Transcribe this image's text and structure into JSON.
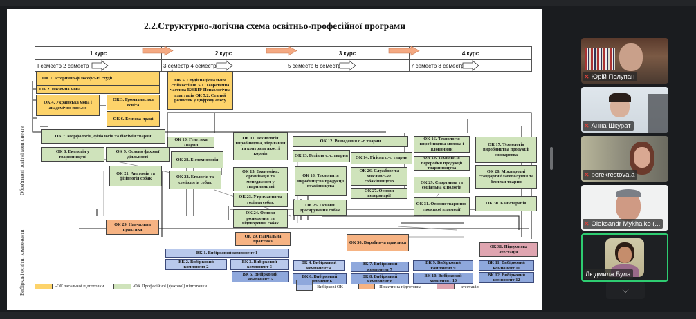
{
  "slide": {
    "title": "2.2.Структурно-логічна схема освітньо-професійної програми",
    "courses": [
      "1 курс",
      "2 курс",
      "3 курс",
      "4 курс"
    ],
    "semesters": [
      "І семестр 2 семестр",
      "3 семестр 4 семестр",
      "5 семестр 6 семестр",
      "7 семестр 8 семестр"
    ],
    "side_labels": {
      "mandatory": "Обов'язкові освітні компоненти",
      "elective": "Вибіркові освітні компоненти"
    },
    "general_ok": {
      "ok1": "ОК 1. Історично-філософські студії",
      "ok2": "ОК 2. Іноземна мова",
      "ok4": "ОК 4. Українська мова і академічне письмо",
      "ok3": "ОК 3. Громадянська освіта",
      "ok6": "ОК 6. Безпека праці",
      "ok5": "ОК 5. Студії національної стійкості ОК 5.1. Теоретична частина БЖВП/ Психологічна адаптація ОК 5.2. Сталий розвиток у цифрову епоху"
    },
    "professional_ok": {
      "ok7": "ОК 7. Морфологія, фізіологія та біохімія тварин",
      "ok8": "ОК 8. Екологія у тваринництві",
      "ok9": "ОК 9. Основи фахової діяльності",
      "ok21": "ОК 21. Анатомія та фізіологія собак",
      "ok10": "ОК 10. Генетика тварин",
      "ok28": "ОК 28. Біотехнологія",
      "ok22": "ОК 22. Етологія та семіологія собак",
      "ok11": "ОК 11. Технологія виробництва, зберігання та контроль якості кормів",
      "ok15": "ОК 15. Економіка, організація та менеджмент у тваринництві",
      "ok23": "ОК 23. Утримання та годівля собак",
      "ok24": "ОК 24. Основи розведення та відтворення собак",
      "ok12": "ОК 12. Розведення с.-г. тварин",
      "ok13": "ОК 13. Годівля с.-г. тварин",
      "ok14": "ОК 14. Гігієна с.-г. тварин",
      "ok18": "ОК 18. Технологія виробництва продукції птахівництва",
      "ok26": "ОК 26. Службове та мисливське собаківництво",
      "ok27": "ОК 27. Основи ветеринарії",
      "ok25": "ОК 25. Основи дресирування собак",
      "ok16": "ОК 16. Технологія виробництва молока і яловичини",
      "ok19": "ОК 19. Технологія переробки продукції тваринництва",
      "ok29s": "ОК 29. Спортивна та соціальна кінологія",
      "ok31b": "ОК 31. Основи тваринно-людської взаємодії",
      "ok17": "ОК 17. Технологія виробництва продукції свинарства",
      "ok20": "ОК 20. Міжнародні стандарти благополуччя та безпеки тварин",
      "ok30k": "ОК 30. Каністерапія"
    },
    "practice": {
      "ok29a": "ОК 29. Навчальна практика",
      "ok29b": "ОК 29. Навчальна практика",
      "ok30": "ОК 30. Виробнича практика"
    },
    "attestation": {
      "ok31": "ОК 31. Підсумкова атестація"
    },
    "elective": {
      "vk1": "ВК 1. Вибірковий компонент 1",
      "vk2": "ВК 2. Вибірковий компонент 2",
      "vk3": "ВК 3. Вибірковий компонент 3",
      "vk5": "ВК 5. Вибірковий компонент 5",
      "vk4": "ВК 4. Вибірковий компонент 4",
      "vk6": "ВК 6. Вибірковий компонент 6",
      "vk7": "ВК 7. Вибірковий компонент 7",
      "vk8": "ВК 8. Вибірковий компонент 8",
      "vk9": "ВК 9. Вибірковий компонент 9",
      "vk10": "ВК 10. Вибірковий компонент 10",
      "vk11": "ВК 11. Вибірковий компонент 11",
      "vk12": "ВК 12. Вибірковий компонент 12"
    },
    "legend": [
      {
        "label": "-ОК загальної підготовки",
        "color": "#fdd36a"
      },
      {
        "label": "-ОК Професійної (фахової) підготовки",
        "color": "#cfe3bb"
      },
      {
        "label": "-Вибіркові ОК",
        "color": "#8fa8dc"
      },
      {
        "label": "-Практична підготовка",
        "color": "#f6b383"
      },
      {
        "label": "-атестація",
        "color": "#dfa5b0"
      }
    ]
  },
  "participants": [
    {
      "name": "Юрій Полупан",
      "muted": true,
      "icon": "mic-muted-icon"
    },
    {
      "name": "Анна Шкурат",
      "muted": true,
      "icon": "mic-muted-icon"
    },
    {
      "name": "perekrestova.a",
      "muted": true,
      "icon": "mic-muted-icon"
    },
    {
      "name": "Oleksandr Mykhalko (...",
      "muted": true,
      "icon": "mic-muted-icon"
    },
    {
      "name": "Людмила Була",
      "muted": false,
      "active_speaker": true
    }
  ],
  "controls": {
    "expand_icon": "chevron-down-icon"
  },
  "colors": {
    "general": "#fdd36a",
    "professional": "#cfe3bb",
    "practice": "#f6b383",
    "attestation": "#dfa5b0",
    "elective": "#8fa8dc",
    "active_speaker_border": "#2ecc71"
  }
}
